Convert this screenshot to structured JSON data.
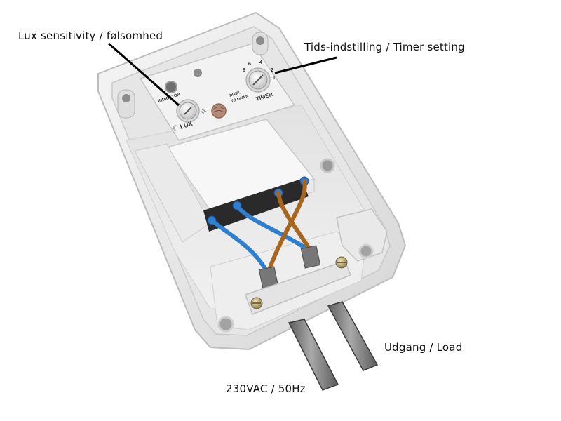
{
  "callouts": {
    "lux": "Lux sensitivity / følsomhed",
    "timer": "Tids-indstilling / Timer setting",
    "load": "Udgang / Load",
    "supply": "230VAC / 50Hz"
  },
  "device": {
    "indicator_label": "INDICATOR",
    "lux_label": "LUX",
    "timer_label": "TIMER",
    "dusk_label": "DUSK",
    "to_dawn_label": "TO DAWN",
    "timer_scale": [
      "8",
      "6",
      "4",
      "2",
      "1"
    ]
  },
  "colors": {
    "housing": "#ececec",
    "wire_blue": "#2f7fd0",
    "wire_brown": "#a8651e",
    "cable_grey": "#8a8a8a",
    "leader_line": "#000000"
  }
}
